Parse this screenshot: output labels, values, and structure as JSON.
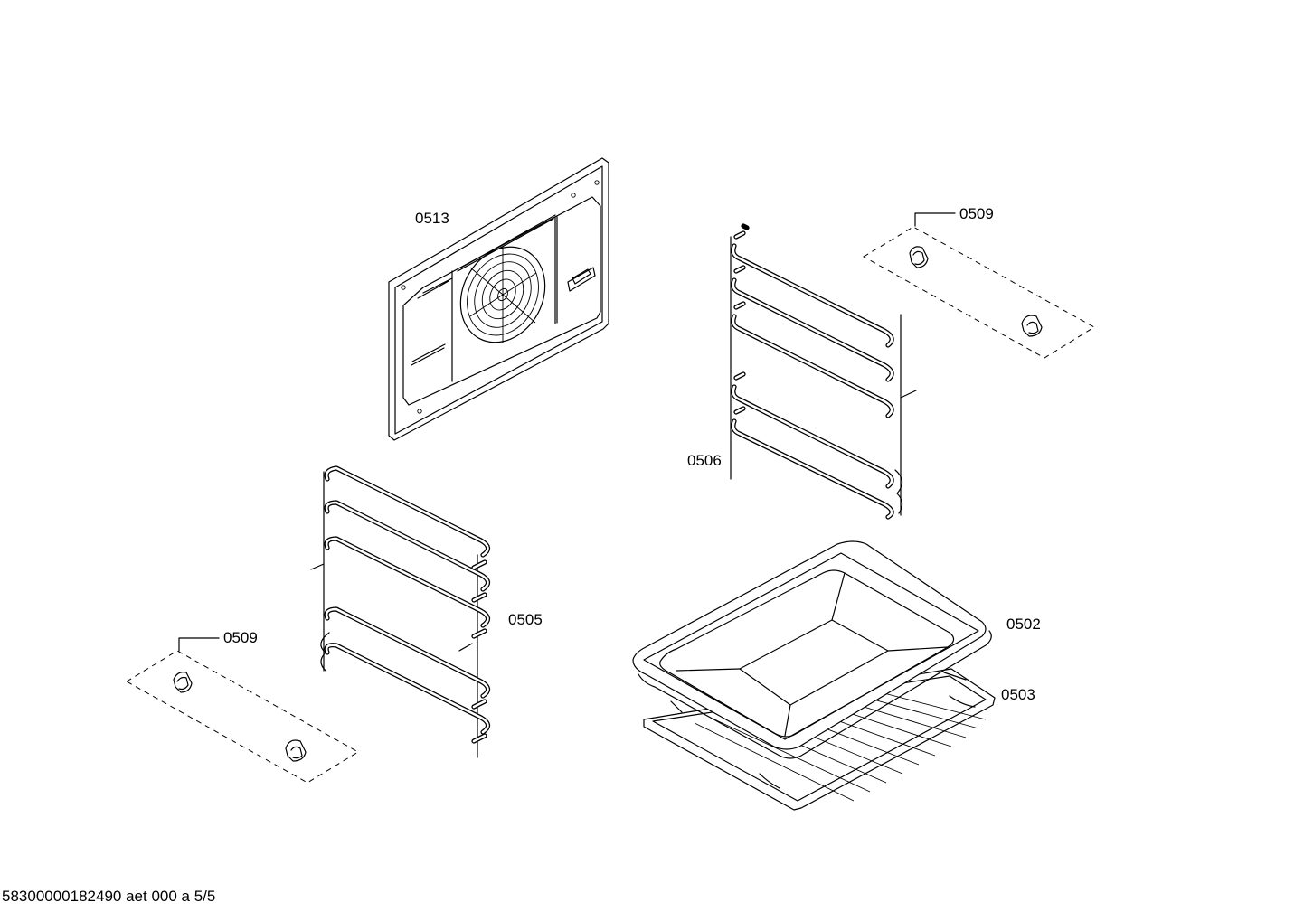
{
  "parts": [
    {
      "id": "back-panel",
      "label": "0513"
    },
    {
      "id": "spacer-set-right",
      "label": "0509"
    },
    {
      "id": "side-rail-right",
      "label": "0506"
    },
    {
      "id": "side-rail-left",
      "label": "0505"
    },
    {
      "id": "spacer-set-left",
      "label": "0509"
    },
    {
      "id": "baking-tray",
      "label": "0502"
    },
    {
      "id": "wire-rack",
      "label": "0503"
    }
  ],
  "footer": "58300000182490 aet 000 a 5/5"
}
